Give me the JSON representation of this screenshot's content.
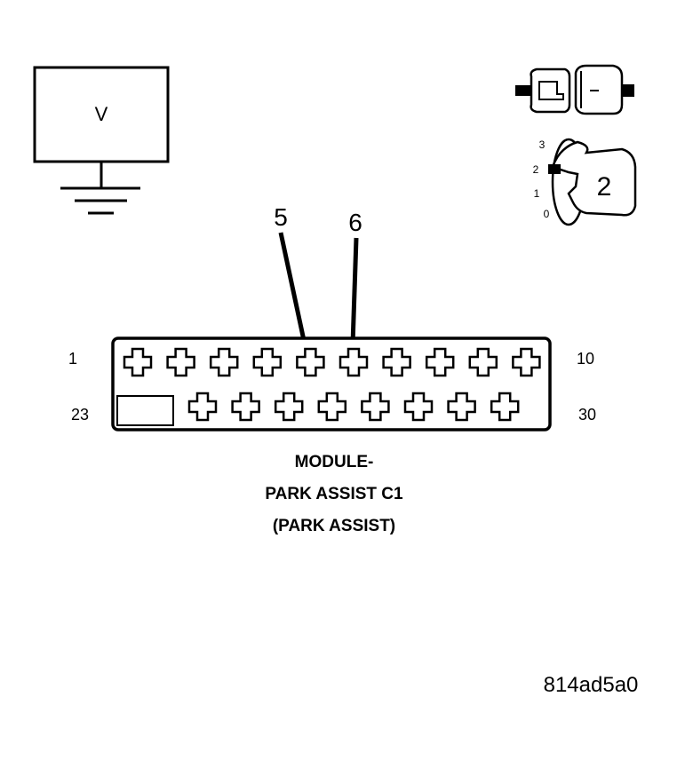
{
  "voltmeter": {
    "label": "V"
  },
  "callouts": {
    "pin_a": "5",
    "pin_b": "6"
  },
  "connector": {
    "pin_left_top": "1",
    "pin_right_top": "10",
    "pin_left_bottom": "23",
    "pin_right_bottom": "30",
    "top_row_cavities": 10,
    "bottom_row_cavities": 8,
    "title_line1": "MODULE-",
    "title_line2": "PARK ASSIST C1",
    "title_line3": "(PARK ASSIST)"
  },
  "ignition": {
    "positions": [
      "3",
      "2",
      "1",
      "0"
    ],
    "selected": "2"
  },
  "figure_id": "814ad5a0",
  "icons": [
    "voltmeter-icon",
    "ground-symbol-icon",
    "connector-disconnect-icon",
    "ignition-key-icon"
  ]
}
